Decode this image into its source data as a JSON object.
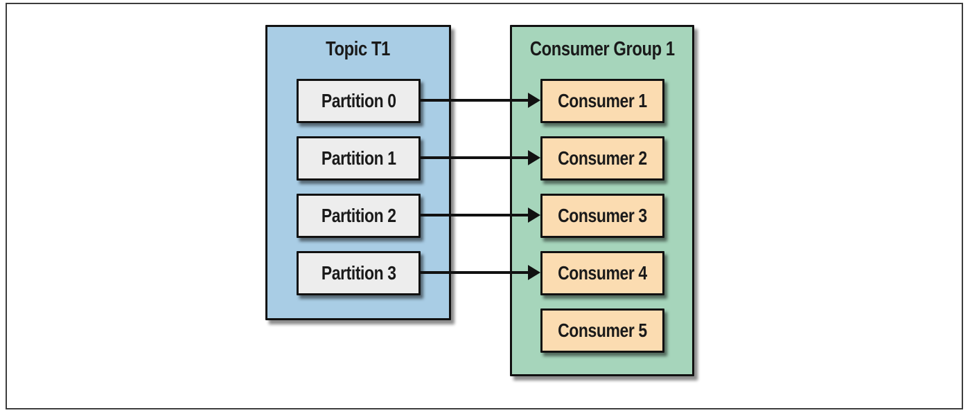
{
  "topic": {
    "title": "Topic T1",
    "partitions": [
      {
        "label": "Partition 0"
      },
      {
        "label": "Partition 1"
      },
      {
        "label": "Partition 2"
      },
      {
        "label": "Partition 3"
      }
    ]
  },
  "consumer_group": {
    "title": "Consumer Group 1",
    "consumers": [
      {
        "label": "Consumer 1"
      },
      {
        "label": "Consumer 2"
      },
      {
        "label": "Consumer 3"
      },
      {
        "label": "Consumer 4"
      },
      {
        "label": "Consumer 5"
      }
    ]
  },
  "arrows": [
    {
      "from": "Partition 0",
      "to": "Consumer 1"
    },
    {
      "from": "Partition 1",
      "to": "Consumer 2"
    },
    {
      "from": "Partition 2",
      "to": "Consumer 3"
    },
    {
      "from": "Partition 3",
      "to": "Consumer 4"
    }
  ],
  "colors": {
    "topic_fill": "#a9cde5",
    "group_fill": "#a6d5bb",
    "partition_fill": "#ededed",
    "consumer_fill": "#fbdcb1",
    "border": "#111111",
    "arrow": "#111111",
    "frame_border": "#3c3c3c"
  }
}
